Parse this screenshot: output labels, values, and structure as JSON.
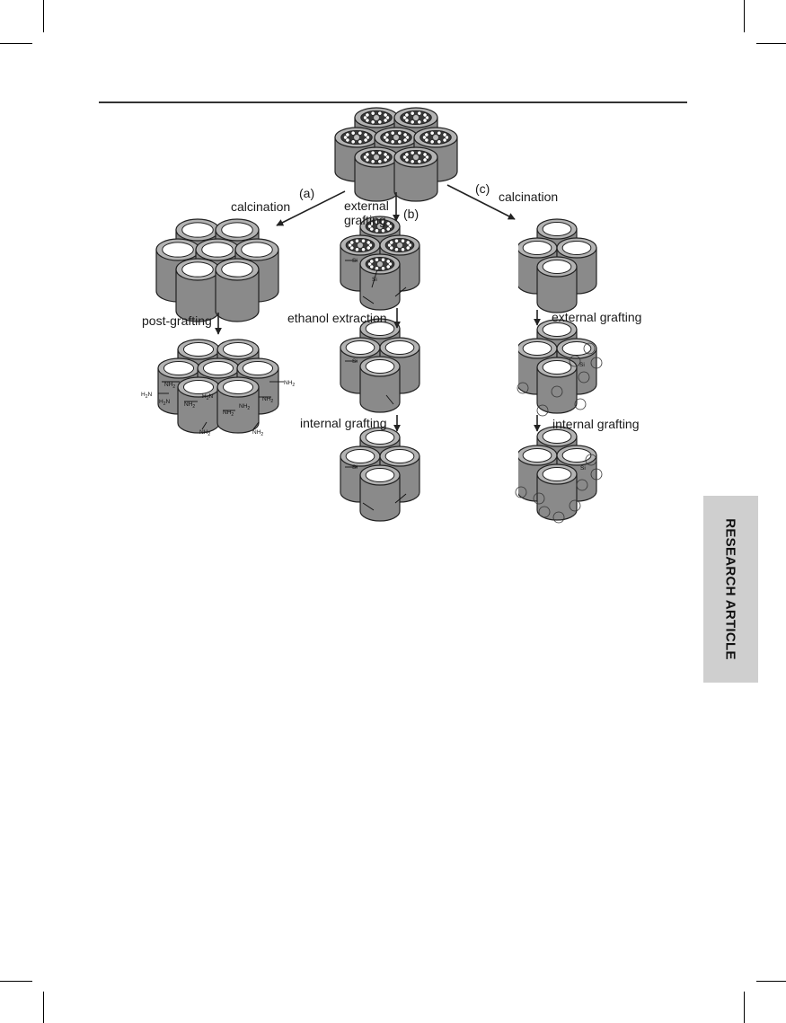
{
  "figure": {
    "labels": {
      "route_a": "(a)",
      "route_b": "(b)",
      "route_c": "(c)",
      "calcination_a": "calcination",
      "calcination_c": "calcination",
      "external_grafting_b_line1": "external",
      "external_grafting_b_line2": "grafting",
      "post_grafting": "post-grafting",
      "ethanol_extraction": "ethanol extraction",
      "internal_grafting_b": "internal grafting",
      "external_grafting_c": "external grafting",
      "internal_grafting_c": "internal grafting"
    },
    "chem": {
      "amine": "NH",
      "amine_sub": "2",
      "amine_rev": "H",
      "amine_rev_tail": "N",
      "silicon": "Si"
    }
  },
  "side_tab": {
    "text": "RESEARCH ARTICLE"
  },
  "colors": {
    "cylinder": "#8a8a8a",
    "cylinder_top": "#b3b3b3",
    "side_tab": "#cfcfcf"
  }
}
